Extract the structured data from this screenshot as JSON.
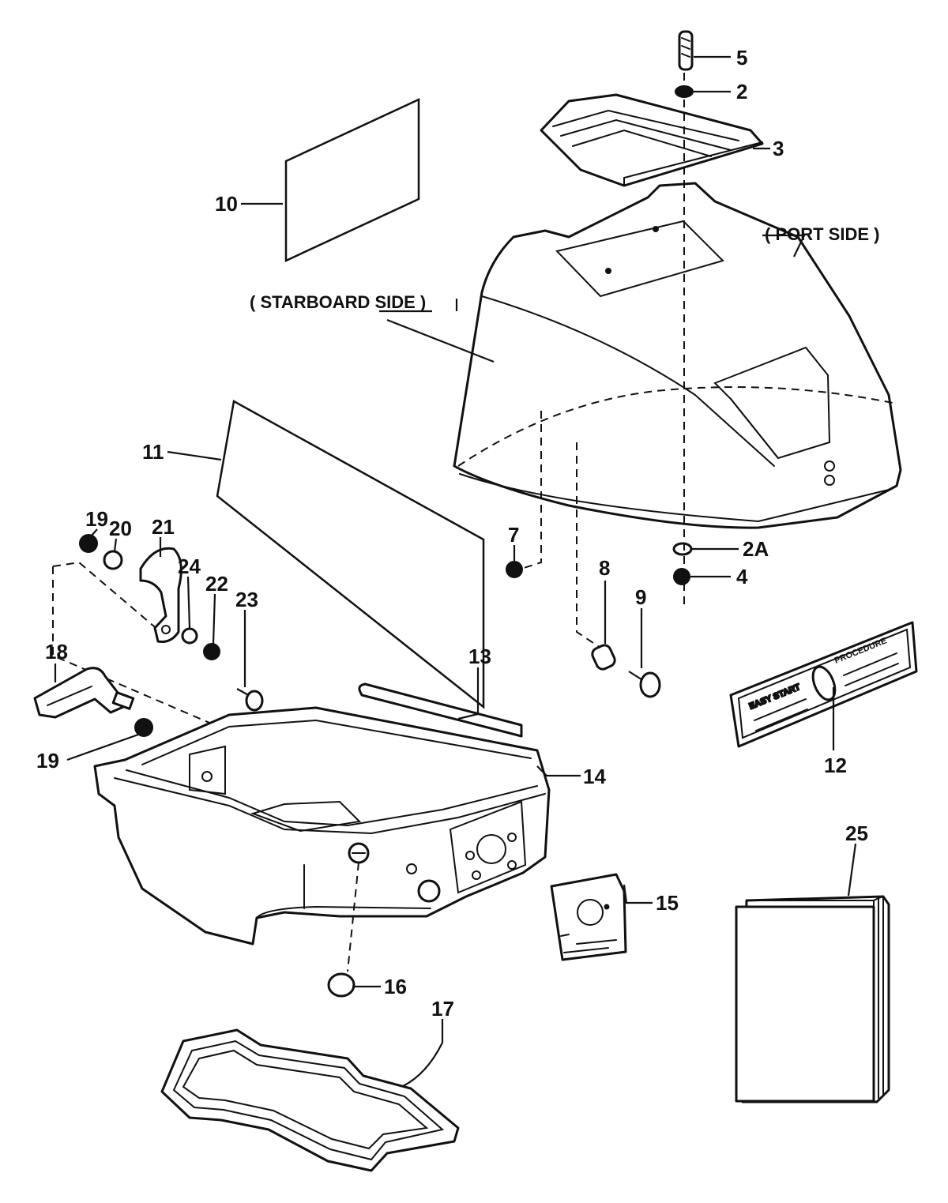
{
  "callouts": {
    "c5": "5",
    "c2": "2",
    "c3": "3",
    "c10": "10",
    "c11": "11",
    "c7": "7",
    "c2a": "2A",
    "c4": "4",
    "c8": "8",
    "c9": "9",
    "c19a": "19",
    "c20": "20",
    "c21": "21",
    "c24": "24",
    "c22": "22",
    "c23": "23",
    "c18": "18",
    "c19b": "19",
    "c13": "13",
    "c14": "14",
    "c12": "12",
    "c25": "25",
    "c15": "15",
    "c16": "16",
    "c17": "17"
  },
  "side_labels": {
    "port": "( PORT SIDE )",
    "starboard": "( STARBOARD SIDE )"
  },
  "decal_12": {
    "left_heading": "EASY START",
    "right_heading": "PROCEDURE"
  }
}
